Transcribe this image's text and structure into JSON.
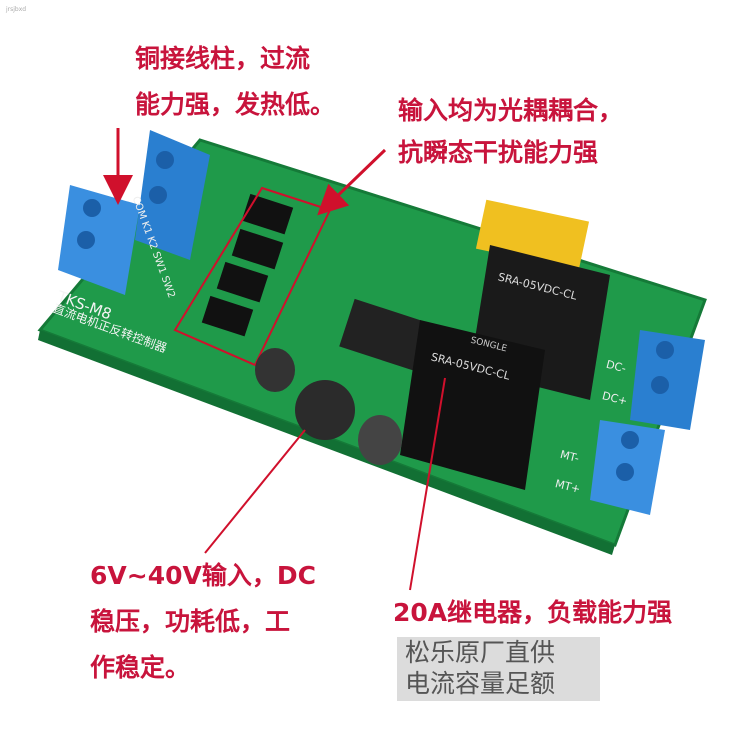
{
  "watermark": "jrsjbxd",
  "annotations": {
    "terminals": [
      "铜接线柱，过流",
      "能力强，发热低。"
    ],
    "optocoupler": [
      "输入均为光耦耦合，",
      "抗瞬态干扰能力强"
    ],
    "regulator": [
      "6V~40V输入，DC",
      "稳压，功耗低，工",
      "作稳定。"
    ],
    "relay": "20A继电器，负载能力强"
  },
  "supplier_box": [
    "松乐原厂直供",
    "电流容量足额"
  ],
  "board": {
    "model": "TKS-M8",
    "name": "直流电机正反转控制器",
    "relay_model": "SRA-05VDC-CL",
    "relay_brand": "SONGLE",
    "terminal_labels": [
      "DC+",
      "DC-",
      "MT-",
      "MT+"
    ],
    "input_labels": [
      "COM",
      "K1",
      "K2",
      "SW1",
      "SW2"
    ]
  },
  "colors": {
    "annotation": "#c8143c",
    "pcb": "#1f9a4a",
    "terminal": "#2a7fd0",
    "relay": "#1a1a1a",
    "capacitor": "#f0c020"
  }
}
